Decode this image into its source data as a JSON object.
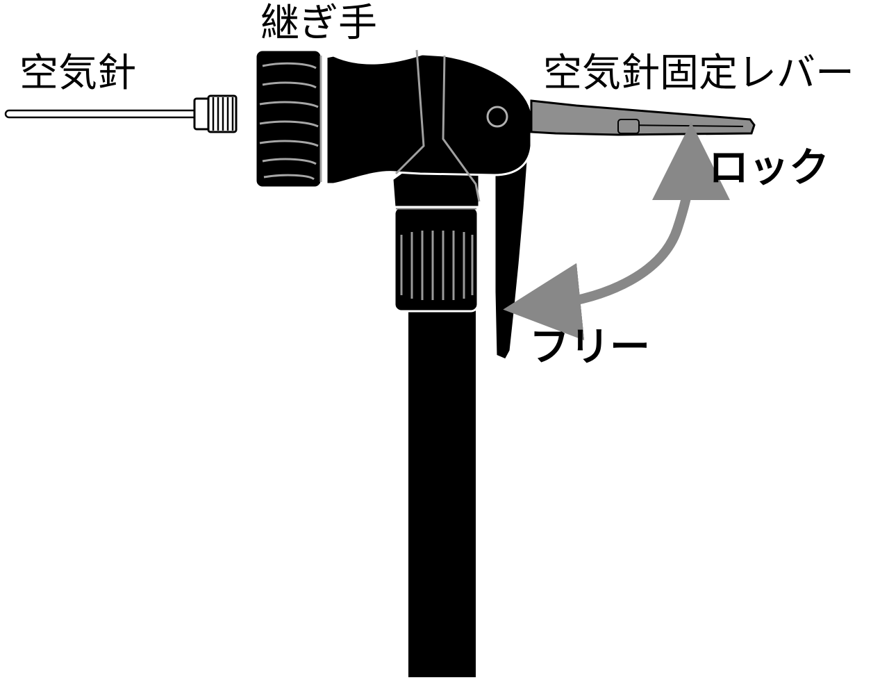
{
  "labels": {
    "air_needle": "空気針",
    "coupler": "継ぎ手",
    "needle_lock_lever": "空気針固定レバー",
    "lock": "ロック",
    "free": "フリー"
  },
  "colors": {
    "pump_body": "#000000",
    "outline": "#ffffff",
    "detail_gray": "#8f8f8f",
    "arrow": "#888888",
    "background": "#ffffff"
  }
}
